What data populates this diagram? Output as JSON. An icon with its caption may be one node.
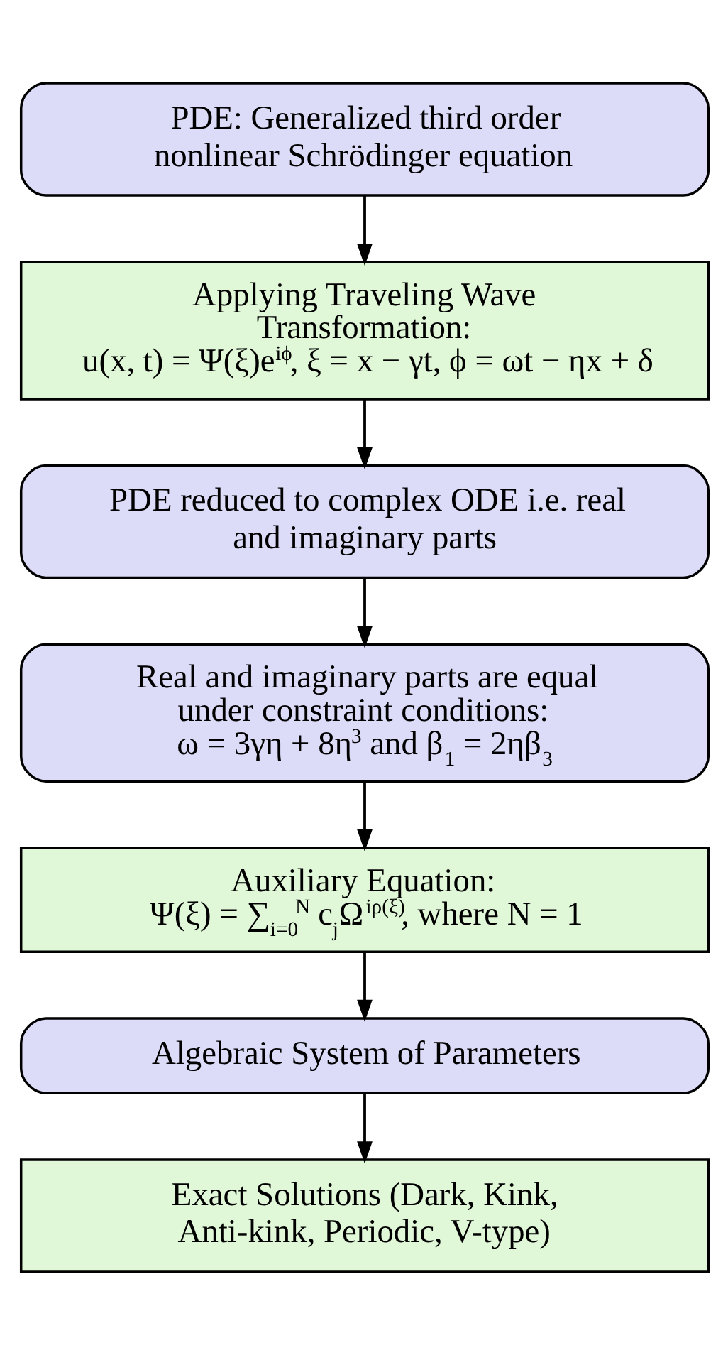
{
  "diagram": {
    "nodes": [
      {
        "text": [
          "PDE: Generalized third order nonlinear Schrödinger equation"
        ]
      },
      {
        "text": [
          "Applying Traveling Wave Transformation:",
          "u(x, t) = Ψ(ξ)e$^{iϕ}$, ξ = x − γt, ϕ = ωt − ηx + δ"
        ]
      },
      {
        "text": [
          "PDE reduced to complex ODE i.e. real and imaginary parts"
        ]
      },
      {
        "text": [
          "Real and imaginary parts are equal under constraint conditions:",
          "ω = 3γη + 8η$^{3}$ and β$_{1}$ = 2ηβ$_{3}$"
        ]
      },
      {
        "text": [
          "Auxiliary Equation:",
          "Ψ(ξ) = ∑$_{i=0}$$^{N}$ c$_{j}$Ω$^{iρ(ξ)}$, where N = 1"
        ]
      },
      {
        "text": [
          "Algebraic System of Parameters"
        ]
      },
      {
        "text": [
          "Exact Solutions (Dark, Kink, Anti-kink, Periodic, V-type)"
        ]
      }
    ],
    "edges": [
      {
        "from": 0,
        "to": 1,
        "arrow": "to"
      },
      {
        "from": 1,
        "to": 2,
        "arrow": "to"
      },
      {
        "from": 2,
        "to": 3,
        "arrow": "to"
      },
      {
        "from": 3,
        "to": 4,
        "arrow": "to"
      },
      {
        "from": 4,
        "to": 5,
        "arrow": "to"
      },
      {
        "from": 5,
        "to": 6,
        "arrow": "to"
      }
    ]
  }
}
